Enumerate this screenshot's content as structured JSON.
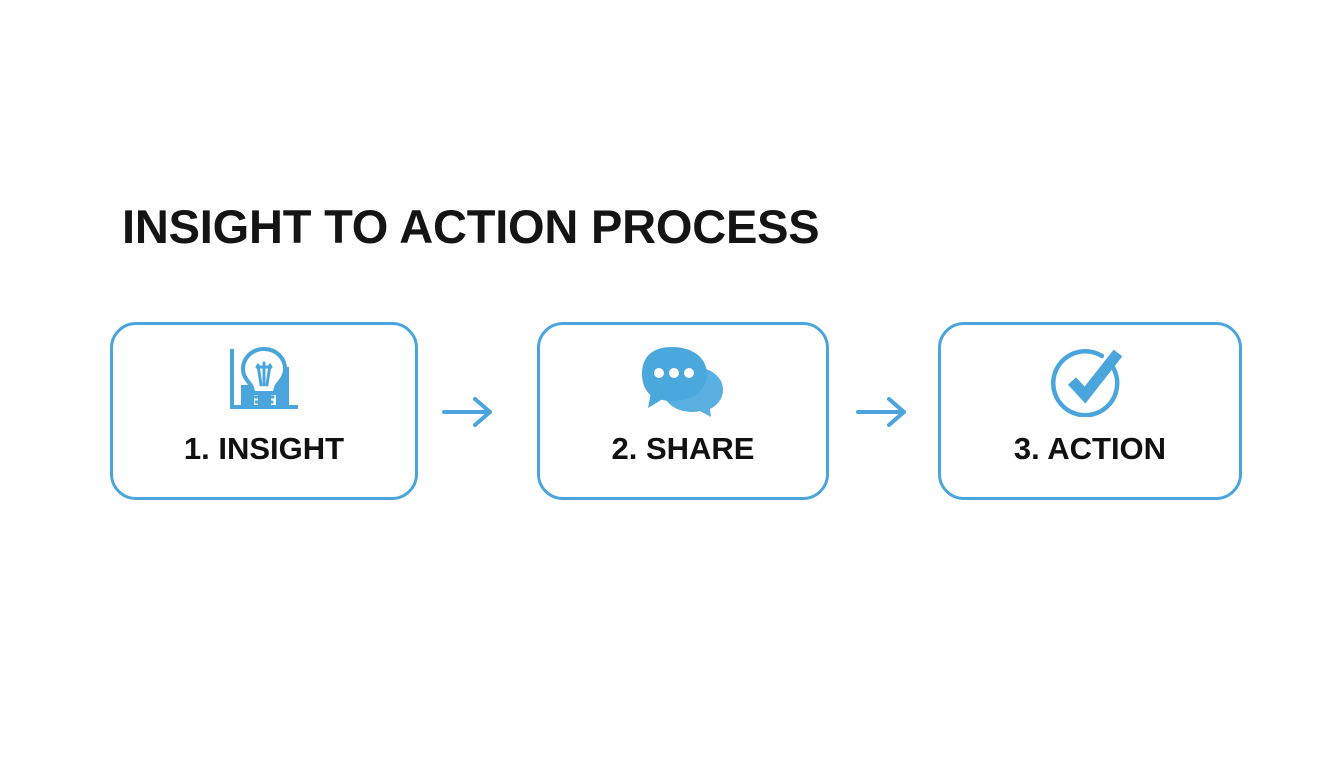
{
  "slide": {
    "title": "INSIGHT TO ACTION PROCESS",
    "background_color": "#fdfdfd",
    "accent_color": "#4aa5dd",
    "text_color": "#111111"
  },
  "flow": {
    "steps": [
      {
        "label": "1. INSIGHT",
        "icon": "lightbulb-chart-icon",
        "icon_color": "#4aa5dd"
      },
      {
        "label": "2. SHARE",
        "icon": "speech-bubbles-icon",
        "icon_color": "#4aa8dd"
      },
      {
        "label": "3. ACTION",
        "icon": "check-circle-icon",
        "icon_color": "#4aa5dd"
      }
    ],
    "connectors": [
      {
        "icon": "arrow-right-icon",
        "color": "#4aa5dd"
      },
      {
        "icon": "arrow-right-icon",
        "color": "#4aa5dd"
      }
    ]
  }
}
